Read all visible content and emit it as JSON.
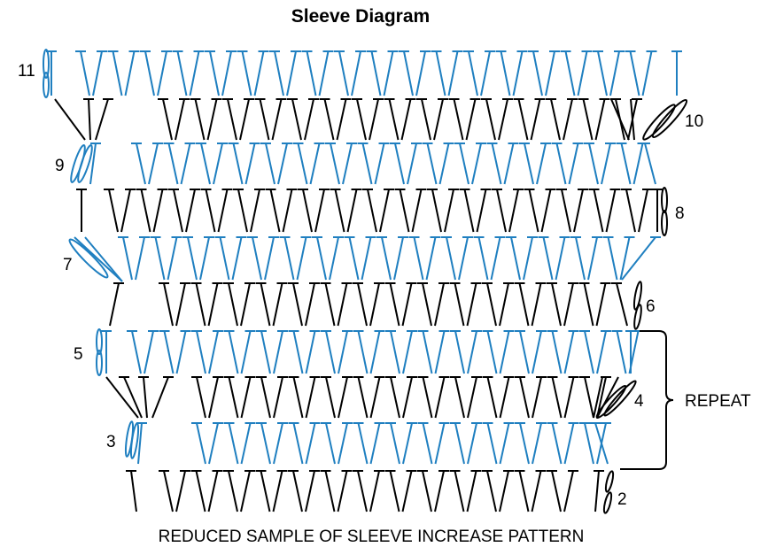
{
  "title": "Sleeve Diagram",
  "caption": "REDUCED SAMPLE OF SLEEVE INCREASE PATTERN",
  "repeat_label": "REPEAT",
  "row_labels": {
    "r2": "2",
    "r3": "3",
    "r4": "4",
    "r5": "5",
    "r6": "6",
    "r7": "7",
    "r8": "8",
    "r9": "9",
    "r10": "10",
    "r11": "11"
  },
  "colors": {
    "blue_rows": "#1f7fc0",
    "black_rows": "#000000"
  }
}
